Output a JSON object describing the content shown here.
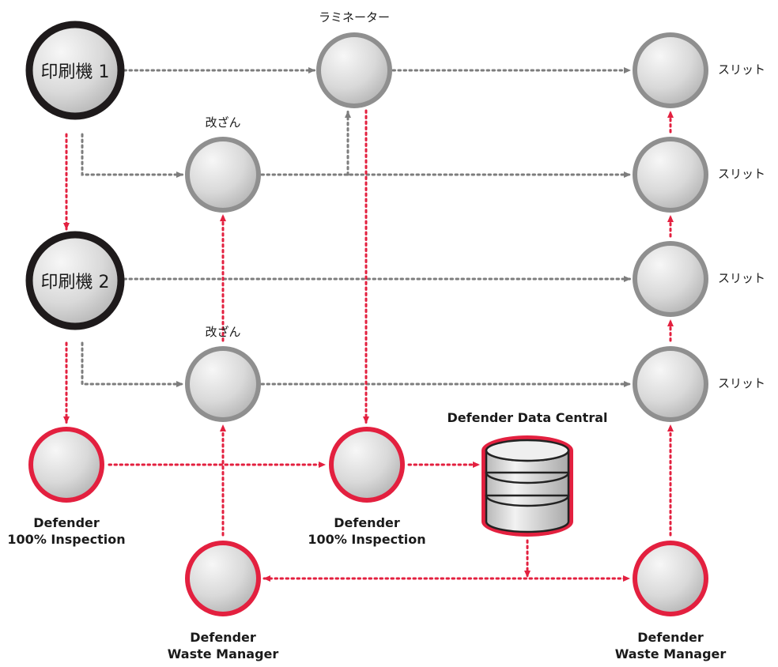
{
  "nodes": {
    "press1": {
      "label": "印刷機 1"
    },
    "press2": {
      "label": "印刷機 2"
    },
    "laminator": {
      "label": "ラミネーター"
    },
    "tamper1": {
      "label": "改ざん"
    },
    "tamper2": {
      "label": "改ざん"
    },
    "slit1": {
      "label": "スリット"
    },
    "slit2": {
      "label": "スリット"
    },
    "slit3": {
      "label": "スリット"
    },
    "slit4": {
      "label": "スリット"
    },
    "inspect1": {
      "line1": "Defender",
      "line2": "100% Inspection"
    },
    "inspect2": {
      "line1": "Defender",
      "line2": "100% Inspection"
    },
    "waste1": {
      "line1": "Defender",
      "line2": "Waste Manager"
    },
    "waste2": {
      "line1": "Defender",
      "line2": "Waste Manager"
    },
    "datacentral": {
      "label": "Defender Data Central"
    }
  },
  "colors": {
    "press_ring": "#1e1a1b",
    "process_ring": "#8f8f8f",
    "defender_ring": "#e3203f",
    "gray_line": "#7d7d7d",
    "red_line": "#e3203f"
  }
}
